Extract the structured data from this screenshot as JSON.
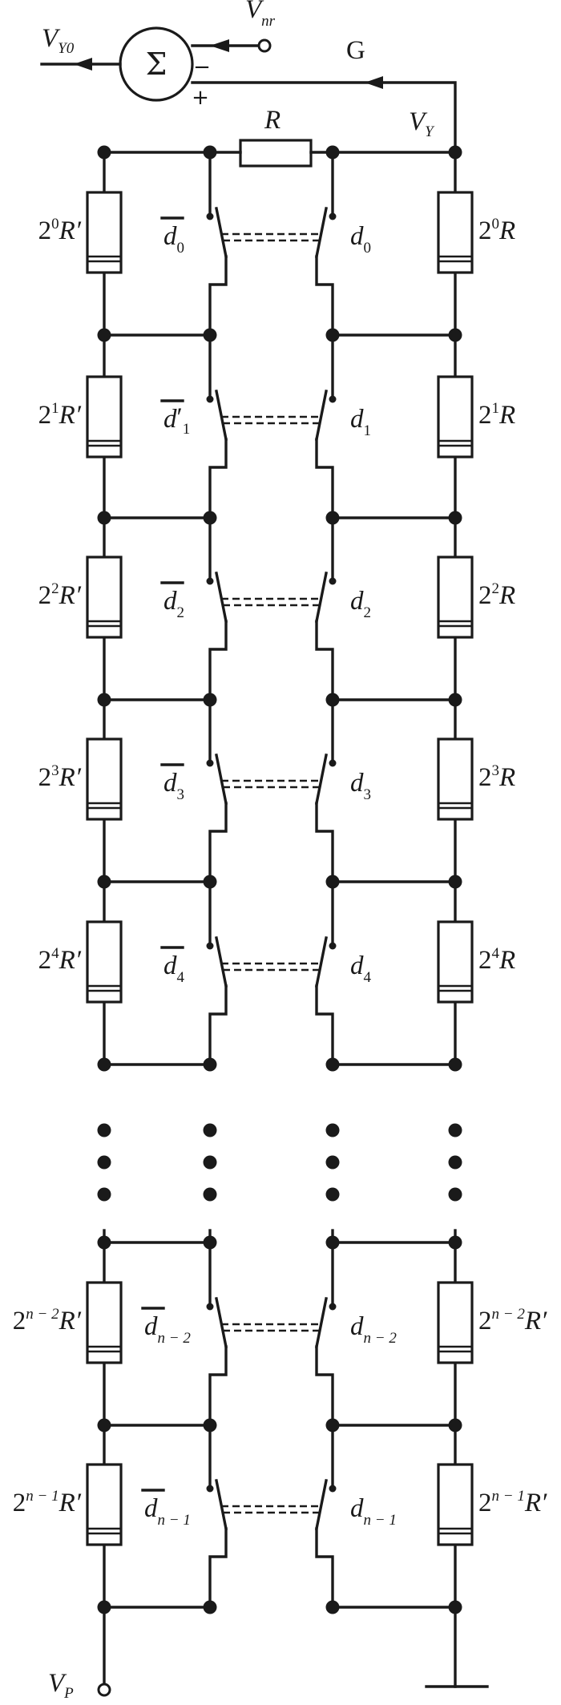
{
  "summer": {
    "symbol": "Σ",
    "minus": "−",
    "plus": "+"
  },
  "nodes": {
    "out_V": "V",
    "out_sub": "Y0",
    "ref_V": "V",
    "ref_sub": "nr",
    "feedback": "G",
    "vy_V": "V",
    "vy_sub": "Y",
    "vp_V": "V",
    "vp_sub": "P",
    "series_R": "R"
  },
  "stages": [
    {
      "left": {
        "base": "2",
        "exp": "0",
        "R": "R′"
      },
      "right": {
        "base": "2",
        "exp": "0",
        "R": "R"
      },
      "sw_left": {
        "d": "d",
        "sub": "0",
        "prime": ""
      },
      "sw_right": {
        "d": "d",
        "sub": "0"
      }
    },
    {
      "left": {
        "base": "2",
        "exp": "1",
        "R": "R′"
      },
      "right": {
        "base": "2",
        "exp": "1",
        "R": "R"
      },
      "sw_left": {
        "d": "d",
        "sub": "1",
        "prime": "′"
      },
      "sw_right": {
        "d": "d",
        "sub": "1"
      }
    },
    {
      "left": {
        "base": "2",
        "exp": "2",
        "R": "R′"
      },
      "right": {
        "base": "2",
        "exp": "2",
        "R": "R"
      },
      "sw_left": {
        "d": "d",
        "sub": "2",
        "prime": ""
      },
      "sw_right": {
        "d": "d",
        "sub": "2"
      }
    },
    {
      "left": {
        "base": "2",
        "exp": "3",
        "R": "R′"
      },
      "right": {
        "base": "2",
        "exp": "3",
        "R": "R"
      },
      "sw_left": {
        "d": "d",
        "sub": "3",
        "prime": ""
      },
      "sw_right": {
        "d": "d",
        "sub": "3"
      }
    },
    {
      "left": {
        "base": "2",
        "exp": "4",
        "R": "R′"
      },
      "right": {
        "base": "2",
        "exp": "4",
        "R": "R"
      },
      "sw_left": {
        "d": "d",
        "sub": "4",
        "prime": ""
      },
      "sw_right": {
        "d": "d",
        "sub": "4"
      }
    },
    {
      "left": {
        "base": "2",
        "exp": "n − 2",
        "R": "R′"
      },
      "right": {
        "base": "2",
        "exp": "n − 2",
        "R": "R′"
      },
      "sw_left": {
        "d": "d",
        "sub": "n − 2",
        "prime": ""
      },
      "sw_right": {
        "d": "d",
        "sub": "n − 2"
      }
    },
    {
      "left": {
        "base": "2",
        "exp": "n − 1",
        "R": "R′"
      },
      "right": {
        "base": "2",
        "exp": "n − 1",
        "R": "R′"
      },
      "sw_left": {
        "d": "d",
        "sub": "n − 1",
        "prime": ""
      },
      "sw_right": {
        "d": "d",
        "sub": "n − 1"
      }
    }
  ]
}
